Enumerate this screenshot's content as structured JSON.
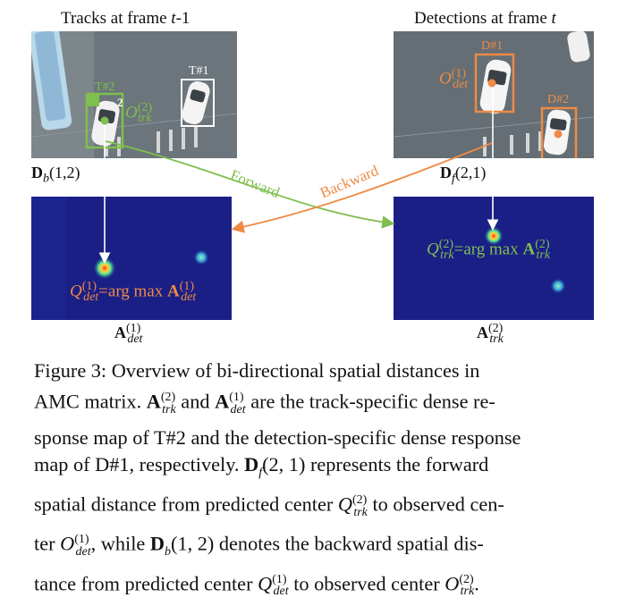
{
  "figure": {
    "left_panel_title_prefix": "Tracks at frame ",
    "left_panel_title_var": "t",
    "left_panel_title_suffix": "-1",
    "right_panel_title_prefix": "Detections at frame ",
    "right_panel_title_var": "t",
    "track1_label": "T#1",
    "track2_label": "T#2",
    "track2_id_badge": "2",
    "det1_label": "D#1",
    "det2_label": "D#2",
    "o_trk_symbol": "O",
    "o_trk_sup": "(2)",
    "o_trk_sub": "trk",
    "o_det_symbol": "O",
    "o_det_sup": "(1)",
    "o_det_sub": "det",
    "db_symbol": "D",
    "db_sub": "b",
    "db_args": "(1,2)",
    "df_symbol": "D",
    "df_sub": "f",
    "df_args": "(2,1)",
    "forward_label": "Forward",
    "backward_label": "Backward",
    "q_det_formula_symbol": "Q",
    "q_det_sup": "(1)",
    "q_det_sub": "det",
    "q_det_formula_rhs": "=arg max ",
    "q_det_A": "A",
    "q_trk_symbol": "Q",
    "q_trk_sup": "(2)",
    "q_trk_sub": "trk",
    "q_trk_formula_rhs": "=arg max ",
    "q_trk_A": "A",
    "a_det_label_A": "A",
    "a_det_label_sup": "(1)",
    "a_det_label_sub": "det",
    "a_trk_label_A": "A",
    "a_trk_label_sup": "(2)",
    "a_trk_label_sub": "trk"
  },
  "caption": {
    "line1": "Figure 3: Overview of bi-directional spatial distances in",
    "line2_a": "AMC matrix. ",
    "line2_b": " and ",
    "line2_c": " are the track-specific dense re-",
    "line3": "sponse map of T#2 and the detection-specific dense response",
    "line4_a": "map of D#1, respectively. ",
    "line4_b": " represents the forward",
    "line5_a": "spatial distance from predicted center ",
    "line5_b": " to observed cen-",
    "line6_a": "ter ",
    "line6_b": ", while ",
    "line6_c": " denotes the backward spatial dis-",
    "line7_a": "tance from predicted center ",
    "line7_b": " to observed center ",
    "line7_c": ".",
    "df_arg": "(2, 1)",
    "db_arg": "(1, 2)"
  },
  "colors": {
    "green": "#7fbf4d",
    "orange": "#ee8a44",
    "track_box_white": "#ffffff",
    "heatmap_bg": "#1a1f86",
    "road": "#5f6a70"
  }
}
